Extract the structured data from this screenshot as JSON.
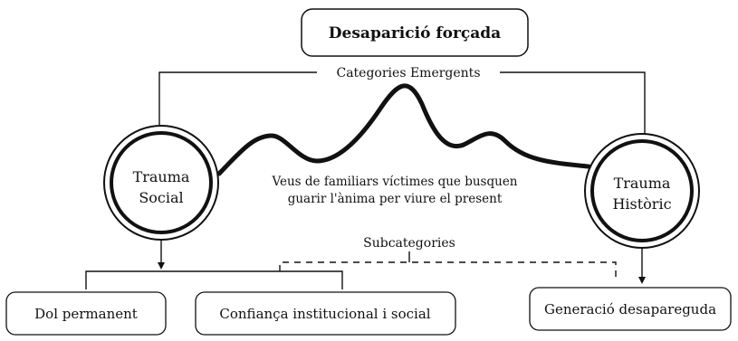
{
  "title": "Desaparició forçada",
  "categories_label": "Categories Emergents",
  "subcategories_label": "Subcategories",
  "center_text": {
    "line1": "Veus de familiars víctimes que busquen",
    "line2": "guarir l'ànima per viure el present"
  },
  "categories": {
    "left": {
      "line1": "Trauma",
      "line2": "Social"
    },
    "right": {
      "line1": "Trauma",
      "line2": "Històric"
    }
  },
  "subcategories": {
    "dol": "Dol permanent",
    "confianca": "Confiança institucional i social",
    "generacio": "Generació desapareguda"
  },
  "colors": {
    "stroke": "#111111",
    "background": "#ffffff"
  }
}
